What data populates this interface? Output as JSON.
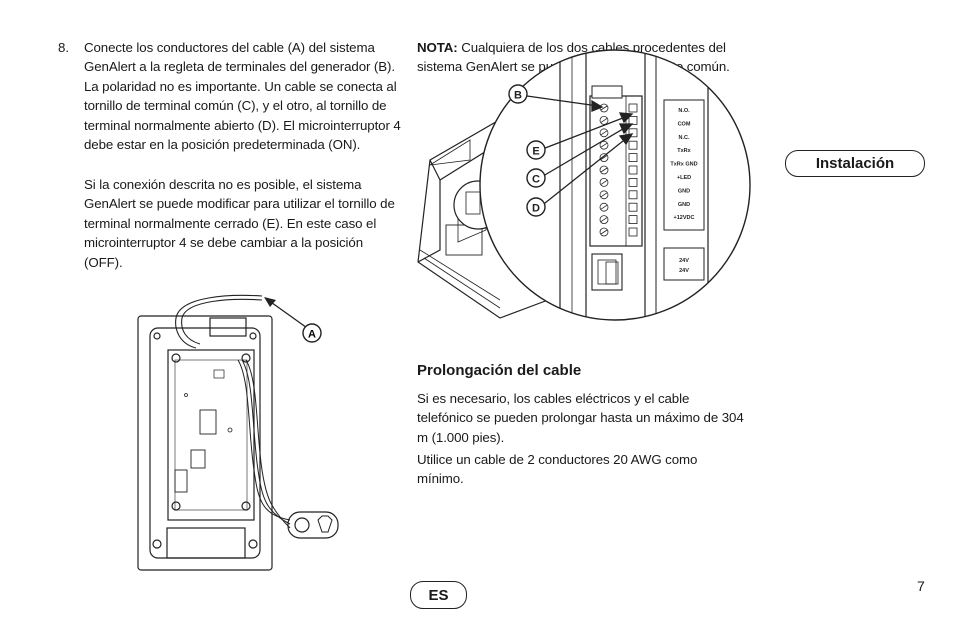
{
  "step": {
    "number": "8.",
    "paragraph1": "Conecte los conductores del cable (A) del sistema GenAlert a la regleta de terminales del generador (B). La polaridad no es importante. Un cable se conecta al tornillo de terminal común (C), y el otro, al tornillo de terminal normalmente abierto (D). El microinterruptor 4 debe estar en la posición predeterminada (ON).",
    "paragraph2": "Si la conexión descrita no es posible, el sistema GenAlert se puede modificar para utilizar el tornillo de terminal normalmente cerrado (E). En este caso el microinterruptor 4 se debe cambiar a la posición (OFF)."
  },
  "note": {
    "label": "NOTA:",
    "text": " Cualquiera de los dos cables procedentes del sistema GenAlert se puede conectar al puerto común."
  },
  "section": {
    "title": "Prolongación del cable",
    "paragraph1": "Si es necesario, los cables eléctricos y el cable telefónico se pueden prolongar hasta un máximo de 304 m (1.000 pies).",
    "paragraph2": "Utilice un cable de 2 conductores 20 AWG como mínimo."
  },
  "tab_label": "Instalación",
  "language_badge": "ES",
  "page_number": "7",
  "figure_left": {
    "callout_a": "A"
  },
  "figure_right": {
    "callout_b": "B",
    "callout_e": "E",
    "callout_c": "C",
    "callout_d": "D",
    "terminal_labels": [
      "N.O.",
      "COM",
      "N.C.",
      "TxRx",
      "TxRx GND",
      "+LED",
      "GND",
      "GND",
      "+12VDC"
    ],
    "voltage_labels": [
      "24V",
      "24V"
    ]
  }
}
